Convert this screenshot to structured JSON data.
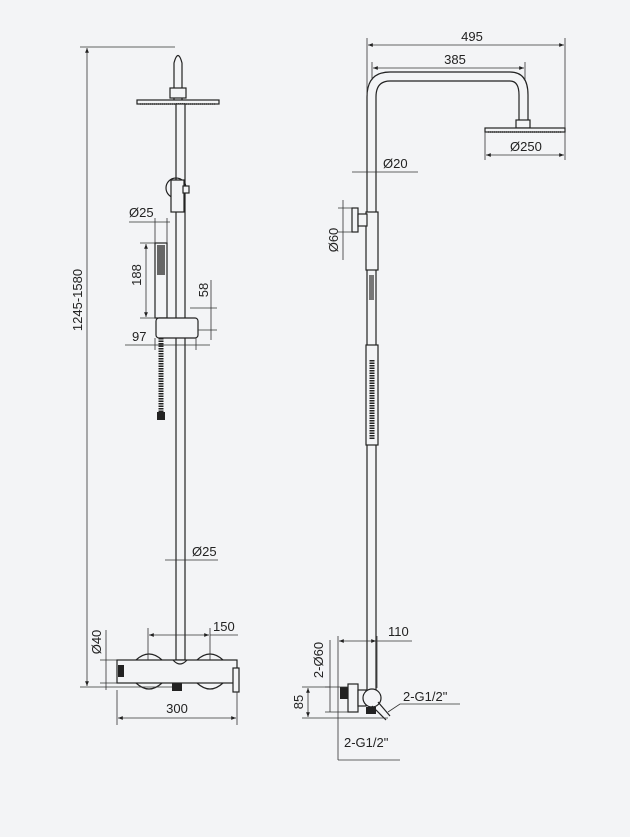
{
  "title": "Shower column technical drawing",
  "front_view": {
    "total_height": "1245-1580",
    "hand_shower_diameter": "Ø25",
    "hand_shower_length": "188",
    "holder_height": "58",
    "holder_offset": "97",
    "pipe_diameter": "Ø25",
    "inlet_spacing": "150",
    "mixer_diameter": "Ø40",
    "mixer_width": "300"
  },
  "side_view": {
    "total_reach": "495",
    "arm_length": "385",
    "head_diameter": "Ø250",
    "upper_pipe_diameter": "Ø20",
    "collar_diameter": "Ø60",
    "wall_offset": "110",
    "escutcheon_diameter": "2-Ø60",
    "mixer_height": "85",
    "connection_1": "2-G1/2\"",
    "connection_2": "2-G1/2\""
  }
}
